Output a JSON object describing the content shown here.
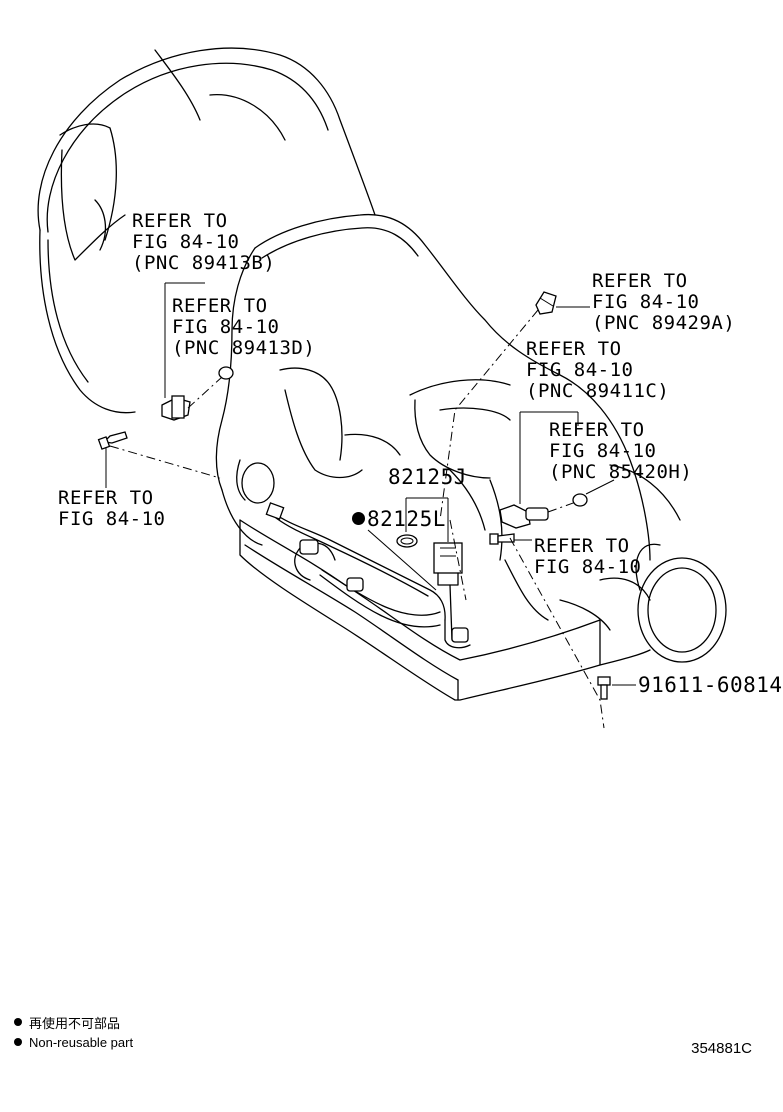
{
  "callouts": {
    "refer_89413b": [
      "REFER TO",
      "FIG 84-10",
      "(PNC 89413B)"
    ],
    "refer_89413d": [
      "REFER TO",
      "FIG 84-10",
      "(PNC 89413D)"
    ],
    "refer_left_bolt": [
      "REFER TO",
      "FIG 84-10"
    ],
    "refer_89429a": [
      "REFER TO",
      "FIG 84-10",
      "(PNC 89429A)"
    ],
    "refer_89411c": [
      "REFER TO",
      "FIG 84-10",
      "(PNC 89411C)"
    ],
    "refer_85420h": [
      "REFER TO",
      "FIG 84-10",
      "(PNC 85420H)"
    ],
    "refer_right_bolt": [
      "REFER TO",
      "FIG 84-10"
    ]
  },
  "parts": {
    "harness": "82125J",
    "o_ring": "82125L",
    "bolt": "91611-60814"
  },
  "legend": {
    "line_jp": "再使用不可部品",
    "line_en": "Non-reusable part"
  },
  "figure_id": "354881C"
}
